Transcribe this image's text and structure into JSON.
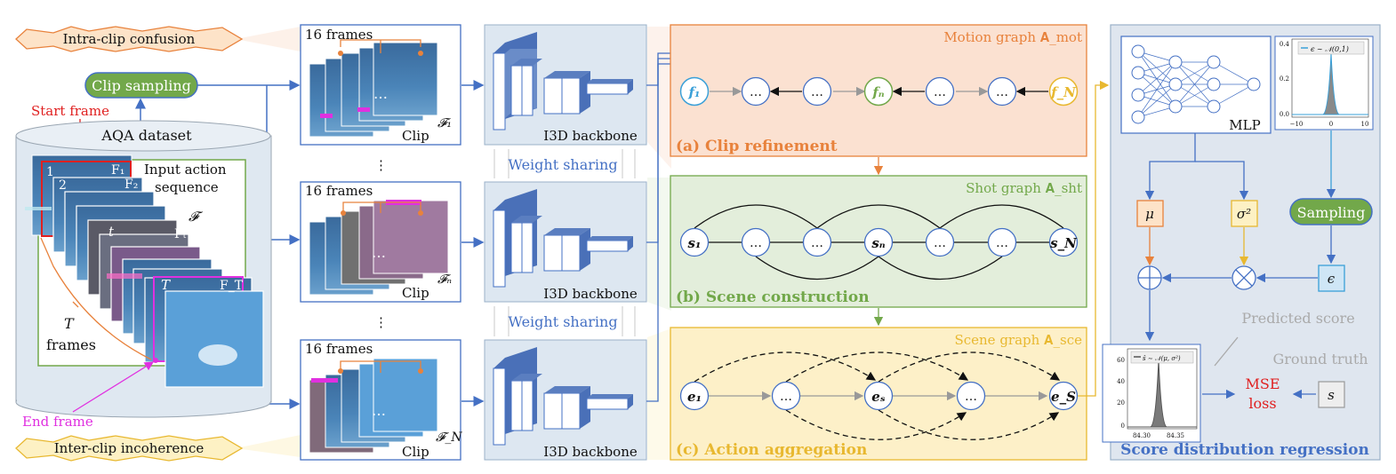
{
  "labels": {
    "intra_clip": "Intra-clip confusion",
    "inter_clip": "Inter-clip incoherence",
    "clip_sampling": "Clip sampling",
    "start_frame": "Start frame",
    "end_frame": "End frame",
    "aqa_dataset": "AQA dataset",
    "input_action_1": "Input action",
    "input_action_2": "sequence",
    "F": "𝓕",
    "T": "T",
    "frames": "frames",
    "frame_1": "1",
    "frame_2": "2",
    "frame_F1": "F₁",
    "frame_F2": "F₂",
    "frame_t": "t",
    "frame_Ft": "Fₜ",
    "frame_T": "T",
    "frame_FT": "F_T"
  },
  "clips": [
    {
      "frames_label": "16 frames",
      "clip_label": "Clip",
      "f_label": "𝓕₁"
    },
    {
      "frames_label": "16 frames",
      "clip_label": "Clip",
      "f_label": "𝓕ₙ"
    },
    {
      "frames_label": "16 frames",
      "clip_label": "Clip",
      "f_label": "𝓕_N"
    }
  ],
  "vdots": "⋮",
  "ellipsis": "…",
  "backbone_label": "I3D backbone",
  "weight_sharing": "Weight sharing",
  "panels": {
    "a": {
      "graph_title": "Motion graph 𝐀_mot",
      "title": "(a) Clip refinement",
      "nodes": [
        "f₁",
        "…",
        "…",
        "fₙ",
        "…",
        "…",
        "f_N"
      ]
    },
    "b": {
      "graph_title": "Shot graph 𝐀_sht",
      "title": "(b) Scene construction",
      "nodes": [
        "s₁",
        "…",
        "…",
        "sₙ",
        "…",
        "…",
        "s_N"
      ]
    },
    "c": {
      "graph_title": "Scene graph 𝐀_sce",
      "title": "(c) Action aggregation",
      "nodes": [
        "e₁",
        "…",
        "eₛ",
        "…",
        "e_S"
      ]
    }
  },
  "score": {
    "mlp": "MLP",
    "mu": "μ",
    "sigma2": "σ²",
    "sampling": "Sampling",
    "epsilon": "ϵ",
    "predicted": "Predicted score",
    "ground_truth": "Ground truth",
    "mse_1": "MSE",
    "mse_2": "loss",
    "s": "s",
    "title": "Score distribution regression",
    "inset1": {
      "legend": "ϵ ∼ 𝒩(0,1)",
      "yticks": [
        "0.4",
        "0.2",
        "0.0"
      ],
      "xticks": [
        "−10",
        "0",
        "10"
      ]
    },
    "inset2": {
      "legend": "ŝ ∼ 𝒩(μ, σ²)",
      "yticks": [
        "60",
        "40",
        "20",
        "0"
      ],
      "xticks": [
        "84.30",
        "84.35"
      ]
    }
  },
  "colors": {
    "orange": "#e8823c",
    "green": "#72a84a",
    "yellow": "#e8b830",
    "blue": "#4470c4",
    "red": "#e02020",
    "magenta": "#e030e0"
  }
}
